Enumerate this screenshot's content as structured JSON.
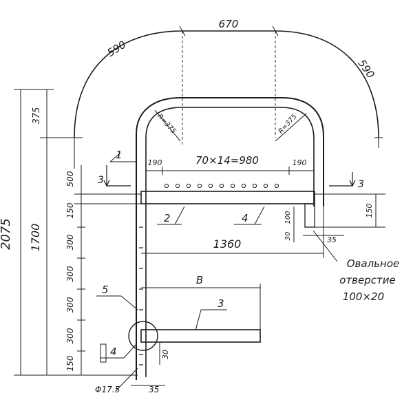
{
  "dimensions": {
    "top_width": "670",
    "arc_left": "590",
    "arc_right": "590",
    "radius_left": "R=375",
    "radius_right": "R=375",
    "height_top": "375",
    "height_total": "2075",
    "height_main": "1700",
    "seg_500": "500",
    "seg_150_upper": "150",
    "seg_300_a": "300",
    "seg_300_b": "300",
    "seg_300_c": "300",
    "seg_300_d": "300",
    "seg_150_lower": "150",
    "rungs": "70×14=980",
    "offset_left": "190",
    "offset_right": "190",
    "length_1360": "1360",
    "length_b": "B",
    "right_150": "150",
    "right_100": "100",
    "right_30": "30",
    "right_35": "35",
    "bottom_30": "30",
    "bottom_35": "35",
    "diameter": "Φ17.5"
  },
  "section_marks": {
    "left": "3",
    "right": "3"
  },
  "parts": {
    "p1": "1",
    "p2": "2",
    "p3": "3",
    "p4_upper": "4",
    "p4_lower": "4",
    "p5": "5"
  },
  "note": {
    "line1": "Овальное",
    "line2": "отверстие",
    "line3": "100×20"
  }
}
